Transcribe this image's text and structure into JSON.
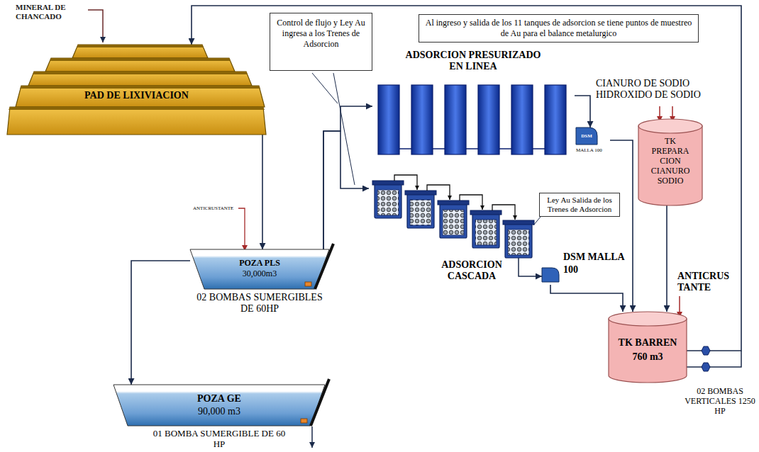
{
  "diagram": {
    "nodes": [
      {
        "text": [
          "PAD DE LIXIVIACION"
        ]
      },
      {
        "text": [
          "Control de flujo y Ley Au ingresa a los Trenes de Adsorcion"
        ]
      },
      {
        "text": [
          "Al ingreso y salida de los 11 tanques de adsorcion se tiene puntos de muestreo de Au para el balance metalurgico"
        ]
      },
      {
        "text": [
          "ADSORCION PRESURIZADO EN LINEA"
        ]
      },
      {
        "text": [
          "DSM",
          "MALLA 100"
        ]
      },
      {
        "text": [
          "TK PREPARA CION CIANURO SODIO"
        ]
      },
      {
        "text": [
          "Ley Au Salida de los Trenes de Adsorcion"
        ]
      },
      {
        "text": [
          "ADSORCION CASCADA"
        ]
      },
      {
        "text": [
          "DSM MALLA 100"
        ]
      },
      {
        "text": [
          "POZA PLS",
          "30,000m3",
          "02 BOMBAS SUMERGIBLES DE 60HP"
        ]
      },
      {
        "text": [
          "TK BARREN",
          "760 m3"
        ]
      },
      {
        "text": [
          "POZA GE",
          "90,000 m3",
          "01 BOMBA SUMERGIBLE DE 60 HP"
        ]
      }
    ],
    "edges": [
      {
        "from": 0,
        "to": 9,
        "arrow": "to"
      },
      {
        "from": 9,
        "to": 11,
        "arrow": "to"
      },
      {
        "from": 9,
        "to": 3,
        "arrow": "to"
      },
      {
        "from": 9,
        "to": 7,
        "arrow": "to"
      },
      {
        "from": 3,
        "to": 4,
        "arrow": "to"
      },
      {
        "from": 7,
        "to": 8,
        "arrow": "to"
      },
      {
        "from": 4,
        "to": 10,
        "arrow": "to"
      },
      {
        "from": 8,
        "to": 10,
        "arrow": "to"
      },
      {
        "from": 5,
        "to": 10,
        "arrow": "to"
      },
      {
        "from": 10,
        "to": 0,
        "arrow": "to"
      }
    ],
    "labels": [
      "MINERAL DE CHANCADO",
      "CIANURO DE SODIO HIDROXIDO DE SODIO",
      "ANTICRUSTANTE",
      "ANTICRUS TANTE",
      "02 BOMBAS VERTICALES 1250 HP"
    ]
  }
}
